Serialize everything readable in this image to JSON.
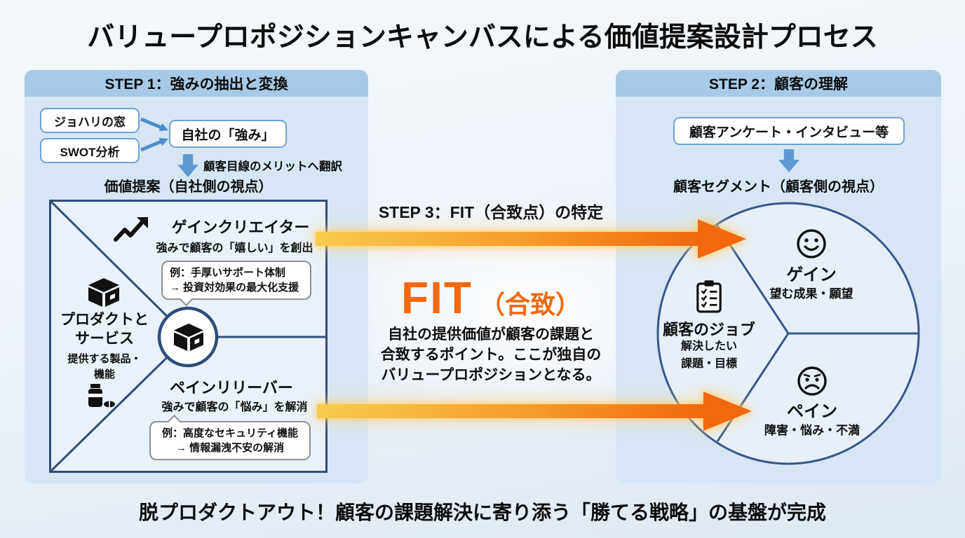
{
  "title": "バリュープロポジションキャンバスによる価値提案設計プロセス",
  "footer": "脱プロダクトアウト！顧客の課題解決に寄り添う「勝てる戦略」の基盤が完成",
  "left_panel": {
    "header": "STEP 1：強みの抽出と変換",
    "johari_box": "ジョハリの窓",
    "swot_box": "SWOT分析",
    "strength_box": "自社の「強み」",
    "translate_note": "顧客目線のメリットへ翻訳",
    "value_prop_label": "価値提案（自社側の視点）",
    "canvas": {
      "gain_creator": {
        "title": "ゲインクリエイター",
        "subtitle": "強みで顧客の「嬉しい」を創出",
        "example_line1": "例：手厚いサポート体制",
        "example_line2": "→ 投資対効果の最大化支援"
      },
      "products": {
        "title_line1": "プロダクトと",
        "title_line2": "サービス",
        "subtitle_line1": "提供する製品・",
        "subtitle_line2": "機能"
      },
      "pain_reliever": {
        "title": "ペインリリーバー",
        "subtitle": "強みで顧客の「悩み」を解消",
        "example_line1": "例：高度なセキュリティ機能",
        "example_line2": "→ 情報漏洩不安の解消"
      }
    }
  },
  "center": {
    "step3_header": "STEP 3：FIT（合致点）の特定",
    "fit_title": "FIT",
    "fit_sub": "（合致）",
    "desc_line1": "自社の提供価値が顧客の課題と",
    "desc_line2": "合致するポイント。ここが独自の",
    "desc_line3": "バリュープロポジションとなる。"
  },
  "right_panel": {
    "header": "STEP 2：顧客の理解",
    "survey_box": "顧客アンケート・インタビュー等",
    "segment_label": "顧客セグメント（顧客側の視点）",
    "circle": {
      "gain": {
        "title": "ゲイン",
        "subtitle": "望む成果・願望"
      },
      "jobs": {
        "title": "顧客のジョブ",
        "subtitle_line1": "解決したい",
        "subtitle_line2": "課題・目標"
      },
      "pain": {
        "title": "ペイン",
        "subtitle": "障害・悩み・不満"
      }
    }
  },
  "colors": {
    "accent_orange": "#f1690f",
    "arrow_gradient_start": "#f8cb4e",
    "arrow_gradient_end": "#f1680e",
    "navy_line": "#2e4d7b",
    "header_blue": "#a6cae8",
    "panel_blue": "#d6e6f4",
    "arrow_blue": "#5e9ad2"
  }
}
